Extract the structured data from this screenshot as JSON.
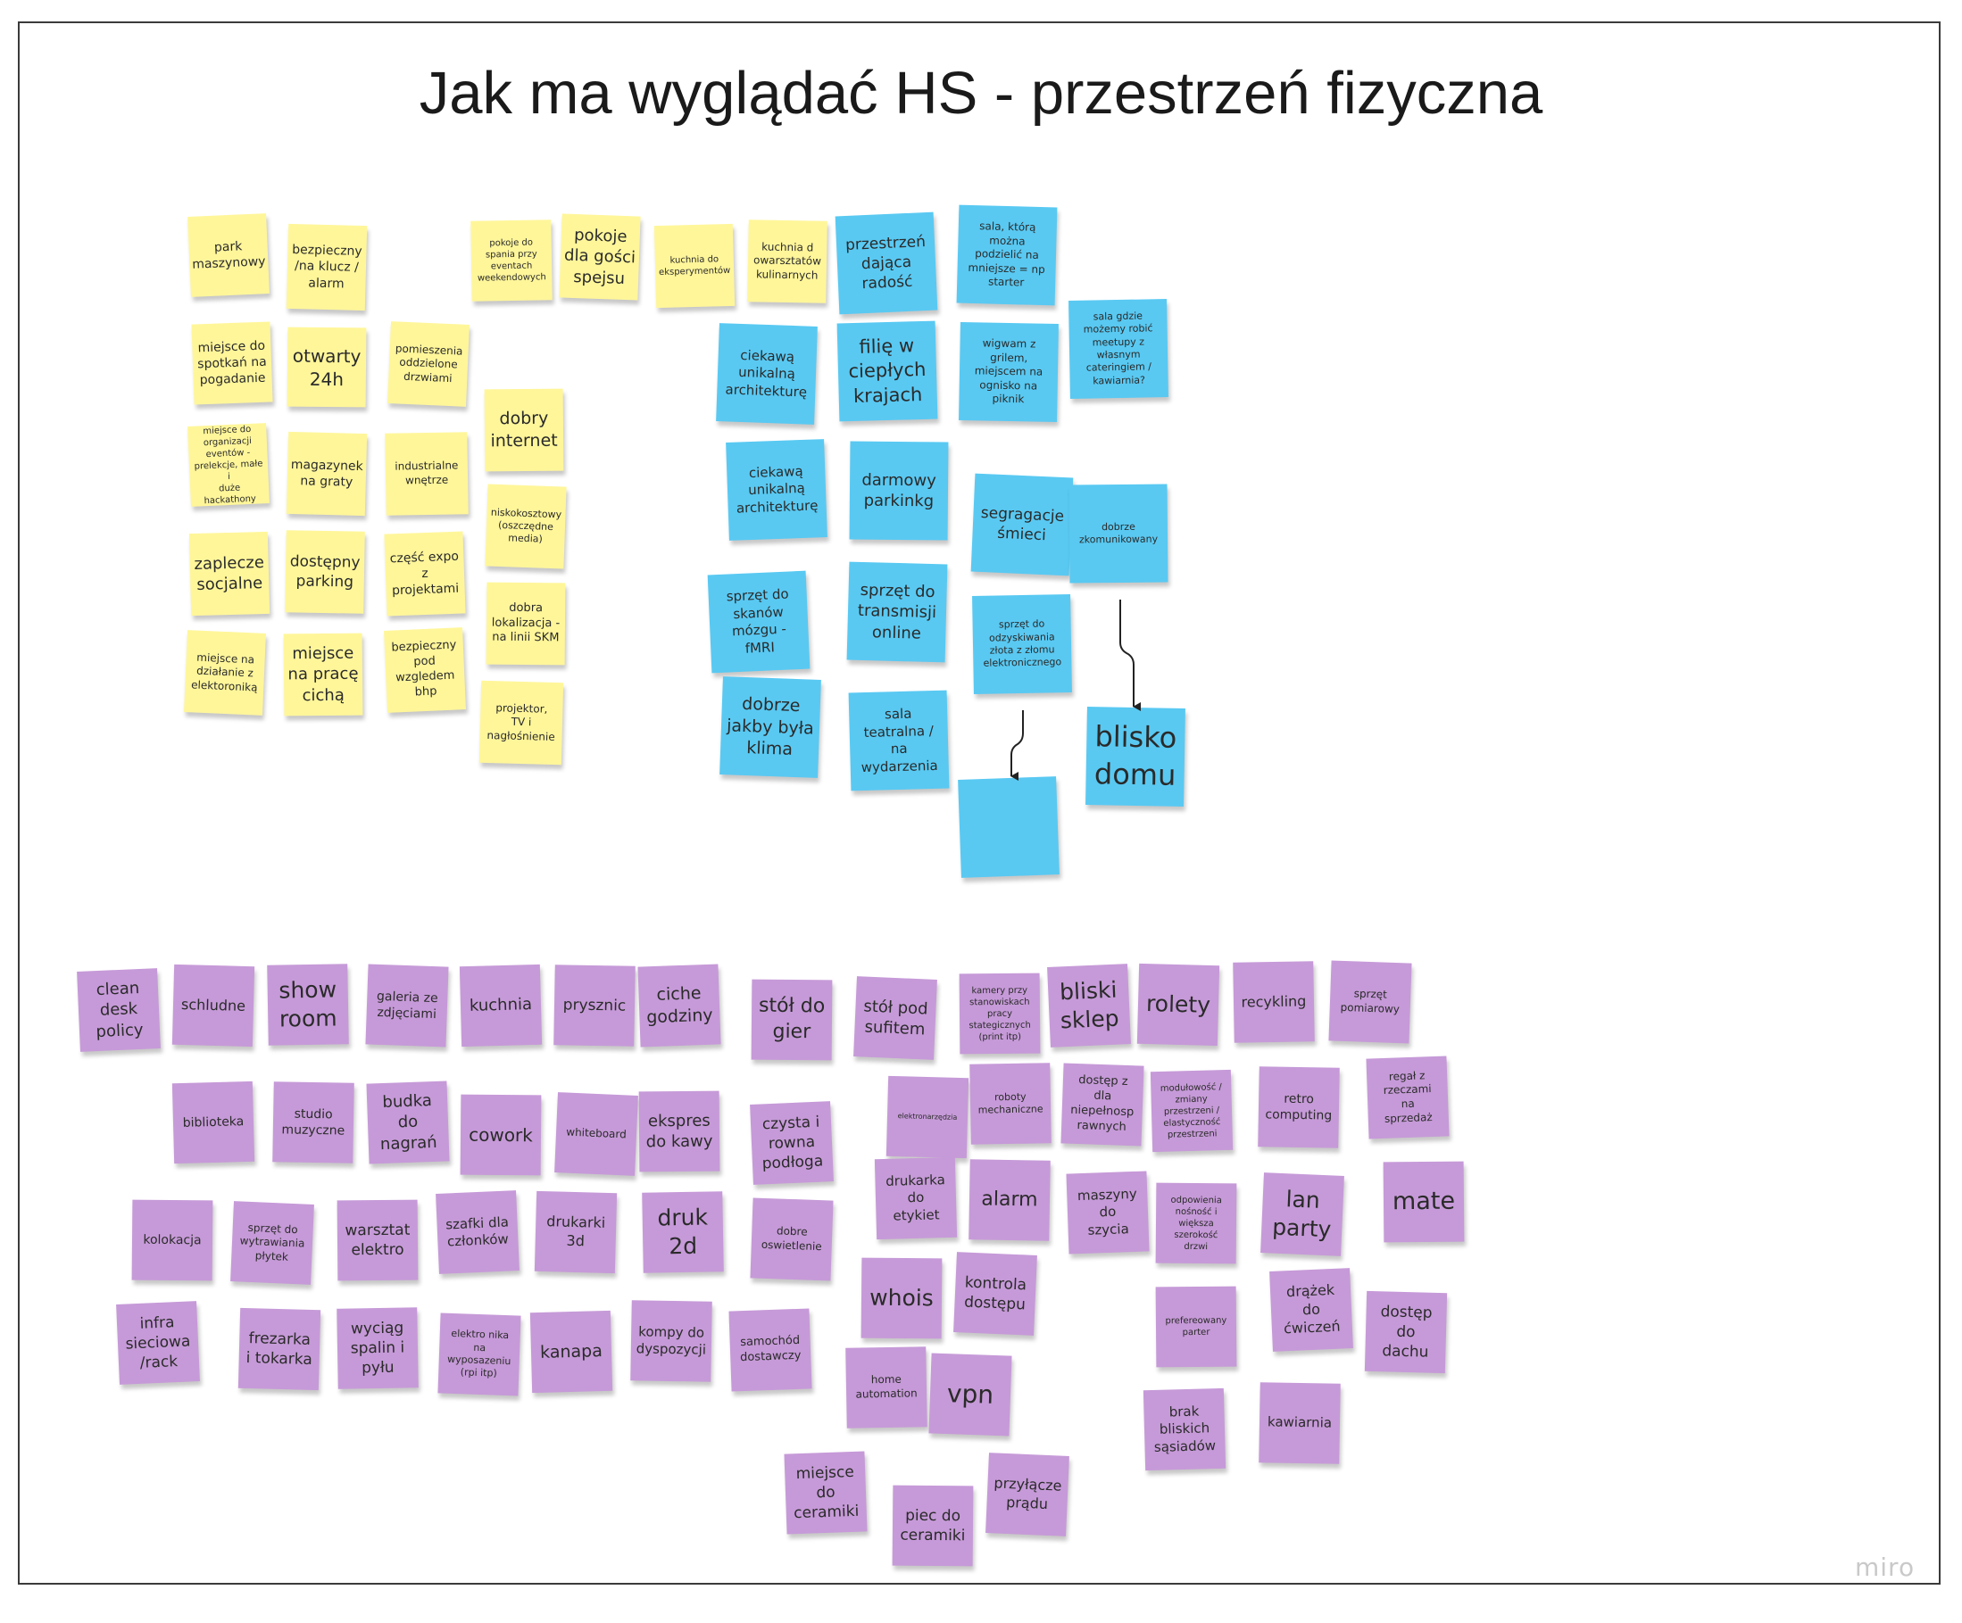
{
  "board": {
    "title": "Jak ma wyglądać HS - przestrzeń fizyczna",
    "logo": "miro"
  },
  "colors": {
    "yellow": "#fff69a",
    "blue": "#59c9f2",
    "purple": "#c69ad8"
  },
  "yellow_notes": [
    "park\nmaszynowy",
    "bezpieczny\n/na klucz /\nalarm",
    "pokoje do\nspania przy\neventach\nweekendowych",
    "pokoje\ndla gości\nspejsu",
    "kuchnia do\neksperymentów",
    "kuchnia d\nowarsztatów\nkulinarnych",
    "miejsce do\nspotkań na\npogadanie",
    "otwarty\n24h",
    "pomieszenia\noddzielone\ndrzwiami",
    "dobry\ninternet",
    "miejsce do\norganizacji\neventów -\nprelekcje, małe i\nduże hackathony",
    "magazynek\nna graty",
    "industrialne\nwnętrze",
    "niskokosztowy\n(oszczędne\nmedia)",
    "zaplecze\nsocjalne",
    "dostępny\nparking",
    "część expo\nz\nprojektami",
    "dobra\nlokalizacja -\nna linii SKM",
    "miejsce na\ndziałanie z\nelektoroniką",
    "miejsce\nna pracę\ncichą",
    "bezpieczny\npod\nwzgledem\nbhp",
    "projektor,\nTV i\nnagłośnienie"
  ],
  "blue_notes": [
    "przestrzeń\ndająca\nradość",
    "sala, którą\nmożna\npodzielić na\nmniejsze = np\nstarter",
    "sala gdzie\nmożemy robić\nmeetupy z\nwłasnym\ncateringiem /\nkawiarnia?",
    "ciekawą\nunikalną\narchitekturę",
    "filię w\nciepłych\nkrajach",
    "wigwam z\ngrilem,\nmiejscem na\nognisko na\npiknik",
    "ciekawą\nunikalną\narchitekturę",
    "darmowy\nparkinkg",
    "segragacje\nśmieci",
    "dobrze\nzkomunikowany",
    "sprzęt do\nskanów\nmózgu -\nfMRI",
    "sprzęt do\ntransmisji\nonline",
    "sprzęt do\nodzyskiwania\nzłota z złomu\nelektronicznego",
    "dobrze\njakby była\nklima",
    "sala\nteatralna /\nna\nwydarzenia",
    "blisko\ndomu",
    ""
  ],
  "purple_notes": [
    "clean\ndesk\npolicy",
    "schludne",
    "show\nroom",
    "galeria ze\nzdjęciami",
    "kuchnia",
    "prysznic",
    "ciche\ngodziny",
    "stół do\ngier",
    "stół pod\nsufitem",
    "kamery przy\nstanowiskach\npracy\nstategicznych\n(print itp)",
    "bliski\nsklep",
    "rolety",
    "recykling",
    "sprzęt\npomiarowy",
    "biblioteka",
    "studio\nmuzyczne",
    "budka\ndo\nnagrań",
    "cowork",
    "whiteboard",
    "ekspres\ndo kawy",
    "czysta i\nrowna\npodłoga",
    "elektronarzędzia",
    "roboty\nmechaniczne",
    "dostęp z\ndla\nniepełnosp\nrawnych",
    "modułowość /\nzmiany\nprzestrzeni /\nelastyczność\nprzestrzeni",
    "retro\ncomputing",
    "regał z\nrzeczami\nna\nsprzedaż",
    "kolokacja",
    "sprzęt do\nwytrawiania\npłytek",
    "warsztat\nelektro",
    "szafki dla\nczłonków",
    "drukarki\n3d",
    "druk\n2d",
    "dobre\noswietlenie",
    "drukarka\ndo\netykiet",
    "alarm",
    "maszyny\ndo\nszycia",
    "odpowienia\nnośność i\nwiększa\nszerokość\ndrzwi",
    "lan\nparty",
    "mate",
    "infra\nsieciowa\n/rack",
    "frezarka\ni tokarka",
    "wyciąg\nspalin i\npyłu",
    "elektro nika\nna\nwyposazeniu\n(rpi itp)",
    "kanapa",
    "kompy do\ndyspozycji",
    "samochód\ndostawczy",
    "whois",
    "kontrola\ndostępu",
    "prefereowany\nparter",
    "drążek\ndo\nćwiczeń",
    "dostęp\ndo\ndachu",
    "home\nautomation",
    "vpn",
    "brak\nbliskich\nsąsiadów",
    "kawiarnia",
    "miejsce\ndo\nceramiki",
    "piec do\nceramiki",
    "przyłącze\nprądu"
  ]
}
